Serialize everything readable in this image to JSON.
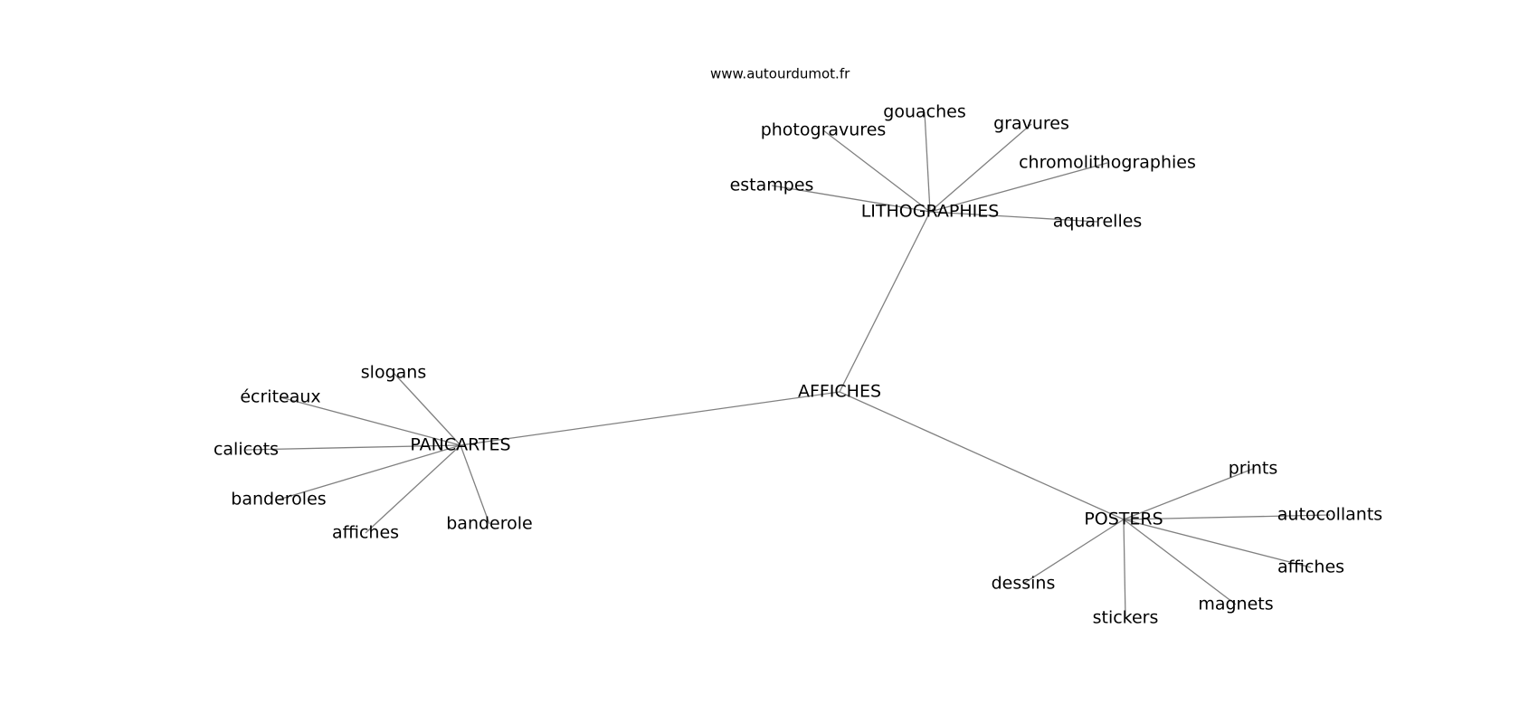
{
  "source": "www.autourdumot.fr",
  "nodes": [
    {
      "id": "affiches-root",
      "label": "AFFICHES"
    },
    {
      "id": "lithographies",
      "label": "LITHOGRAPHIES"
    },
    {
      "id": "pancartes",
      "label": "PANCARTES"
    },
    {
      "id": "posters",
      "label": "POSTERS"
    },
    {
      "id": "gouaches",
      "label": "gouaches"
    },
    {
      "id": "photogravures",
      "label": "photogravures"
    },
    {
      "id": "gravures",
      "label": "gravures"
    },
    {
      "id": "chromolithographies",
      "label": "chromolithographies"
    },
    {
      "id": "estampes",
      "label": "estampes"
    },
    {
      "id": "aquarelles",
      "label": "aquarelles"
    },
    {
      "id": "slogans",
      "label": "slogans"
    },
    {
      "id": "ecriteaux",
      "label": "écriteaux"
    },
    {
      "id": "calicots",
      "label": "calicots"
    },
    {
      "id": "banderoles",
      "label": "banderoles"
    },
    {
      "id": "affiches-pancartes",
      "label": "affiches"
    },
    {
      "id": "banderole",
      "label": "banderole"
    },
    {
      "id": "prints",
      "label": "prints"
    },
    {
      "id": "autocollants",
      "label": "autocollants"
    },
    {
      "id": "affiches-posters",
      "label": "affiches"
    },
    {
      "id": "magnets",
      "label": "magnets"
    },
    {
      "id": "stickers",
      "label": "stickers"
    },
    {
      "id": "dessins",
      "label": "dessins"
    }
  ],
  "edges": [
    [
      "affiches-root",
      "lithographies"
    ],
    [
      "affiches-root",
      "pancartes"
    ],
    [
      "affiches-root",
      "posters"
    ],
    [
      "lithographies",
      "gouaches"
    ],
    [
      "lithographies",
      "photogravures"
    ],
    [
      "lithographies",
      "gravures"
    ],
    [
      "lithographies",
      "chromolithographies"
    ],
    [
      "lithographies",
      "estampes"
    ],
    [
      "lithographies",
      "aquarelles"
    ],
    [
      "pancartes",
      "slogans"
    ],
    [
      "pancartes",
      "ecriteaux"
    ],
    [
      "pancartes",
      "calicots"
    ],
    [
      "pancartes",
      "banderoles"
    ],
    [
      "pancartes",
      "affiches-pancartes"
    ],
    [
      "pancartes",
      "banderole"
    ],
    [
      "posters",
      "prints"
    ],
    [
      "posters",
      "autocollants"
    ],
    [
      "posters",
      "affiches-posters"
    ],
    [
      "posters",
      "magnets"
    ],
    [
      "posters",
      "stickers"
    ],
    [
      "posters",
      "dessins"
    ]
  ]
}
